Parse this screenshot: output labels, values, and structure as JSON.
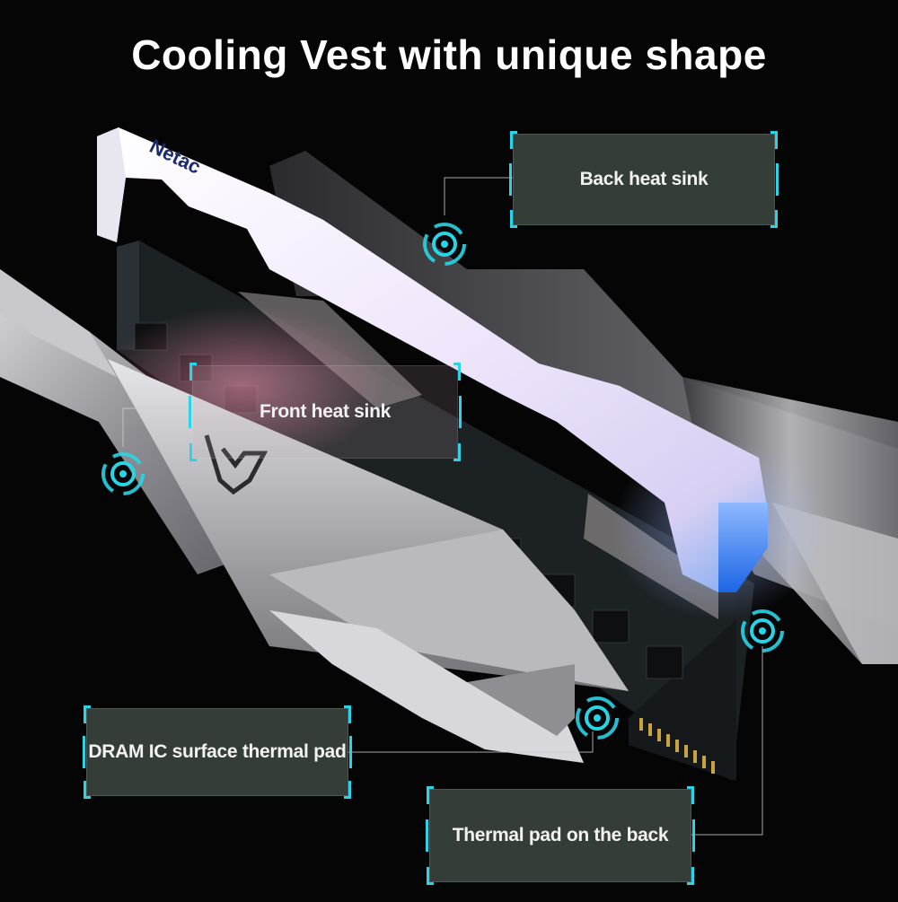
{
  "title": "Cooling Vest with unique shape",
  "brand_logo_text": "Netac",
  "callouts": {
    "back_heat_sink": "Back heat sink",
    "front_heat_sink": "Front heat sink",
    "dram_thermal_pad": "DRAM IC surface thermal pad",
    "thermal_pad_back": "Thermal pad on the back"
  },
  "colors": {
    "background": "#050505",
    "accent_cyan": "#29d4e6",
    "callout_bg": "#3a423e",
    "heatsink_silver": "#a9a9ae",
    "pcb_dark": "#1f2427",
    "light_bar_white": "#f4f0fb"
  },
  "icons": [
    "target-icon",
    "target-icon",
    "target-icon",
    "target-icon"
  ]
}
